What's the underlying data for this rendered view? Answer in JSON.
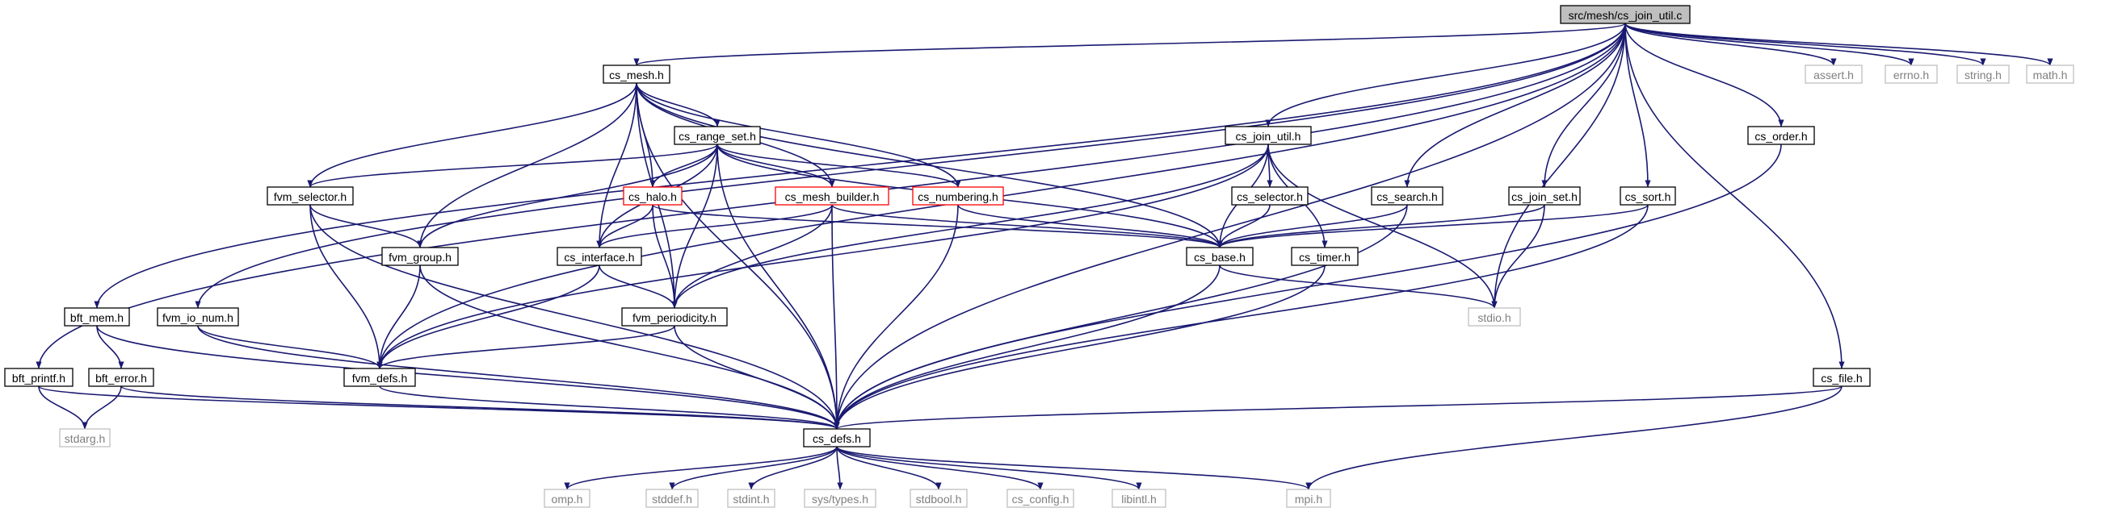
{
  "colors": {
    "edge": "#191970",
    "node_border_normal": "#000000",
    "node_border_red": "#ff0000",
    "node_border_gray": "#bfbfbf",
    "node_fill": "#ffffff",
    "root_fill": "#bfbfbf",
    "text_normal": "#000000",
    "text_gray": "#7f7f7f"
  },
  "nodes": [
    {
      "id": "root",
      "label": "src/mesh/cs_join_util.c",
      "kind": "root"
    },
    {
      "id": "cs_mesh",
      "label": "cs_mesh.h",
      "kind": "normal"
    },
    {
      "id": "assert",
      "label": "assert.h",
      "kind": "gray"
    },
    {
      "id": "errno",
      "label": "errno.h",
      "kind": "gray"
    },
    {
      "id": "string",
      "label": "string.h",
      "kind": "gray"
    },
    {
      "id": "math",
      "label": "math.h",
      "kind": "gray"
    },
    {
      "id": "cs_range_set",
      "label": "cs_range_set.h",
      "kind": "normal"
    },
    {
      "id": "cs_join_util",
      "label": "cs_join_util.h",
      "kind": "normal"
    },
    {
      "id": "cs_order",
      "label": "cs_order.h",
      "kind": "normal"
    },
    {
      "id": "fvm_selector",
      "label": "fvm_selector.h",
      "kind": "normal"
    },
    {
      "id": "cs_halo",
      "label": "cs_halo.h",
      "kind": "red"
    },
    {
      "id": "cs_mesh_builder",
      "label": "cs_mesh_builder.h",
      "kind": "red"
    },
    {
      "id": "cs_numbering",
      "label": "cs_numbering.h",
      "kind": "red"
    },
    {
      "id": "cs_selector",
      "label": "cs_selector.h",
      "kind": "normal"
    },
    {
      "id": "cs_search",
      "label": "cs_search.h",
      "kind": "normal"
    },
    {
      "id": "cs_join_set",
      "label": "cs_join_set.h",
      "kind": "normal"
    },
    {
      "id": "cs_sort",
      "label": "cs_sort.h",
      "kind": "normal"
    },
    {
      "id": "fvm_group",
      "label": "fvm_group.h",
      "kind": "normal"
    },
    {
      "id": "cs_interface",
      "label": "cs_interface.h",
      "kind": "normal"
    },
    {
      "id": "cs_base",
      "label": "cs_base.h",
      "kind": "normal"
    },
    {
      "id": "cs_timer",
      "label": "cs_timer.h",
      "kind": "normal"
    },
    {
      "id": "bft_mem",
      "label": "bft_mem.h",
      "kind": "normal"
    },
    {
      "id": "fvm_io_num",
      "label": "fvm_io_num.h",
      "kind": "normal"
    },
    {
      "id": "fvm_periodicity",
      "label": "fvm_periodicity.h",
      "kind": "normal"
    },
    {
      "id": "stdio",
      "label": "stdio.h",
      "kind": "gray"
    },
    {
      "id": "bft_printf",
      "label": "bft_printf.h",
      "kind": "normal"
    },
    {
      "id": "bft_error",
      "label": "bft_error.h",
      "kind": "normal"
    },
    {
      "id": "fvm_defs",
      "label": "fvm_defs.h",
      "kind": "normal"
    },
    {
      "id": "cs_file",
      "label": "cs_file.h",
      "kind": "normal"
    },
    {
      "id": "stdarg",
      "label": "stdarg.h",
      "kind": "gray"
    },
    {
      "id": "cs_defs",
      "label": "cs_defs.h",
      "kind": "normal"
    },
    {
      "id": "omp",
      "label": "omp.h",
      "kind": "gray"
    },
    {
      "id": "stddef",
      "label": "stddef.h",
      "kind": "gray"
    },
    {
      "id": "stdint",
      "label": "stdint.h",
      "kind": "gray"
    },
    {
      "id": "sys_types",
      "label": "sys/types.h",
      "kind": "gray"
    },
    {
      "id": "stdbool",
      "label": "stdbool.h",
      "kind": "gray"
    },
    {
      "id": "cs_config",
      "label": "cs_config.h",
      "kind": "gray"
    },
    {
      "id": "libintl",
      "label": "libintl.h",
      "kind": "gray"
    },
    {
      "id": "mpi",
      "label": "mpi.h",
      "kind": "gray"
    }
  ],
  "edges": [
    [
      "root",
      "cs_mesh"
    ],
    [
      "root",
      "assert"
    ],
    [
      "root",
      "errno"
    ],
    [
      "root",
      "string"
    ],
    [
      "root",
      "math"
    ],
    [
      "root",
      "cs_join_util"
    ],
    [
      "root",
      "cs_order"
    ],
    [
      "root",
      "cs_search"
    ],
    [
      "root",
      "cs_join_set"
    ],
    [
      "root",
      "cs_sort"
    ],
    [
      "root",
      "stdio"
    ],
    [
      "root",
      "cs_defs"
    ],
    [
      "root",
      "cs_file"
    ],
    [
      "root",
      "bft_printf"
    ],
    [
      "root",
      "bft_mem"
    ],
    [
      "root",
      "fvm_io_num"
    ],
    [
      "root",
      "fvm_defs"
    ],
    [
      "cs_mesh",
      "cs_range_set"
    ],
    [
      "cs_mesh",
      "fvm_selector"
    ],
    [
      "cs_mesh",
      "fvm_group"
    ],
    [
      "cs_mesh",
      "cs_halo"
    ],
    [
      "cs_mesh",
      "cs_interface"
    ],
    [
      "cs_mesh",
      "cs_mesh_builder"
    ],
    [
      "cs_mesh",
      "cs_numbering"
    ],
    [
      "cs_mesh",
      "cs_base"
    ],
    [
      "cs_mesh",
      "fvm_periodicity"
    ],
    [
      "cs_mesh",
      "cs_defs"
    ],
    [
      "cs_range_set",
      "fvm_selector"
    ],
    [
      "cs_range_set",
      "fvm_group"
    ],
    [
      "cs_range_set",
      "cs_halo"
    ],
    [
      "cs_range_set",
      "cs_interface"
    ],
    [
      "cs_range_set",
      "cs_mesh_builder"
    ],
    [
      "cs_range_set",
      "cs_numbering"
    ],
    [
      "cs_range_set",
      "cs_base"
    ],
    [
      "cs_range_set",
      "fvm_periodicity"
    ],
    [
      "cs_range_set",
      "cs_defs"
    ],
    [
      "cs_join_util",
      "cs_selector"
    ],
    [
      "cs_join_util",
      "cs_base"
    ],
    [
      "cs_join_util",
      "cs_timer"
    ],
    [
      "cs_join_util",
      "stdio"
    ],
    [
      "cs_join_util",
      "fvm_periodicity"
    ],
    [
      "cs_join_util",
      "fvm_defs"
    ],
    [
      "fvm_selector",
      "fvm_group"
    ],
    [
      "fvm_selector",
      "fvm_defs"
    ],
    [
      "fvm_selector",
      "cs_defs"
    ],
    [
      "cs_halo",
      "cs_interface"
    ],
    [
      "cs_halo",
      "fvm_periodicity"
    ],
    [
      "cs_halo",
      "cs_base"
    ],
    [
      "cs_mesh_builder",
      "cs_interface"
    ],
    [
      "cs_mesh_builder",
      "fvm_periodicity"
    ],
    [
      "cs_mesh_builder",
      "cs_base"
    ],
    [
      "cs_mesh_builder",
      "cs_defs"
    ],
    [
      "cs_numbering",
      "cs_base"
    ],
    [
      "cs_numbering",
      "cs_defs"
    ],
    [
      "cs_selector",
      "cs_base"
    ],
    [
      "cs_search",
      "cs_base"
    ],
    [
      "cs_search",
      "cs_defs"
    ],
    [
      "cs_join_set",
      "cs_base"
    ],
    [
      "cs_join_set",
      "stdio"
    ],
    [
      "cs_sort",
      "cs_base"
    ],
    [
      "cs_sort",
      "cs_defs"
    ],
    [
      "fvm_group",
      "fvm_defs"
    ],
    [
      "fvm_group",
      "cs_defs"
    ],
    [
      "cs_interface",
      "fvm_periodicity"
    ],
    [
      "cs_interface",
      "fvm_defs"
    ],
    [
      "cs_base",
      "stdio"
    ],
    [
      "cs_base",
      "cs_defs"
    ],
    [
      "cs_timer",
      "cs_defs"
    ],
    [
      "bft_mem",
      "bft_error"
    ],
    [
      "bft_mem",
      "cs_defs"
    ],
    [
      "fvm_io_num",
      "fvm_defs"
    ],
    [
      "fvm_io_num",
      "cs_defs"
    ],
    [
      "fvm_periodicity",
      "fvm_defs"
    ],
    [
      "fvm_periodicity",
      "cs_defs"
    ],
    [
      "bft_printf",
      "stdarg"
    ],
    [
      "bft_printf",
      "cs_defs"
    ],
    [
      "bft_error",
      "stdarg"
    ],
    [
      "bft_error",
      "cs_defs"
    ],
    [
      "fvm_defs",
      "cs_defs"
    ],
    [
      "cs_file",
      "cs_defs"
    ],
    [
      "cs_file",
      "mpi"
    ],
    [
      "cs_order",
      "cs_defs"
    ],
    [
      "cs_defs",
      "omp"
    ],
    [
      "cs_defs",
      "stddef"
    ],
    [
      "cs_defs",
      "stdint"
    ],
    [
      "cs_defs",
      "sys_types"
    ],
    [
      "cs_defs",
      "stdbool"
    ],
    [
      "cs_defs",
      "cs_config"
    ],
    [
      "cs_defs",
      "libintl"
    ],
    [
      "cs_defs",
      "mpi"
    ]
  ]
}
